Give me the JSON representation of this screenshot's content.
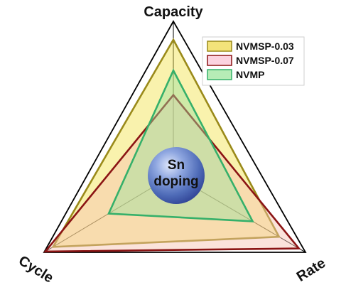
{
  "chart_data": {
    "type": "radar",
    "axes": [
      "Capacity",
      "Rate",
      "Cycle"
    ],
    "range": [
      0,
      1
    ],
    "series": [
      {
        "name": "NVMSP-0.03",
        "values": [
          0.88,
          0.8,
          0.93
        ],
        "stroke": "#9a8a1a",
        "fill": "#f2e24a",
        "legend_fill": "#f3e37a"
      },
      {
        "name": "NVMSP-0.07",
        "values": [
          0.52,
          0.95,
          0.99
        ],
        "stroke": "#8b1414",
        "fill": "#f6c0b0",
        "legend_fill": "#fbd3e0"
      },
      {
        "name": "NVMP",
        "values": [
          0.68,
          0.6,
          0.5
        ],
        "stroke": "#35b06a",
        "fill": "#9be0a0",
        "legend_fill": "#b6ecb6"
      }
    ],
    "center_label": [
      "Sn",
      "doping"
    ],
    "legend_position": "top-right"
  }
}
